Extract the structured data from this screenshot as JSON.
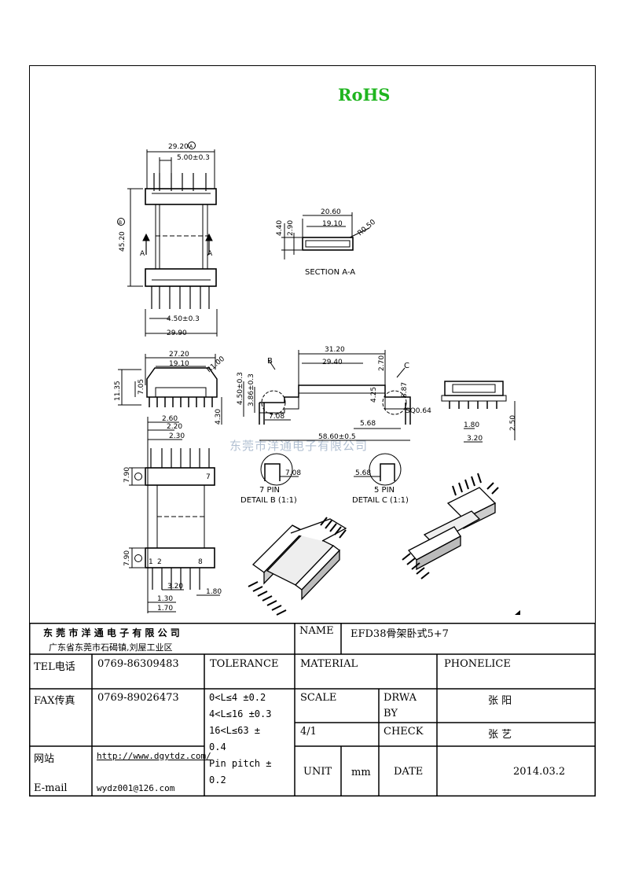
{
  "rohs": "RoHS",
  "watermark": "东莞市洋通电子有限公司",
  "drawing": {
    "top_view": {
      "d_top": "29.20",
      "d_pitch": "5.00±0.3",
      "d_height": "45.20",
      "d_bottom_pitch": "4.50±0.3",
      "d_bottom": "29.90",
      "cut_left": "A",
      "cut_right": "A",
      "tag_a": "A",
      "tag_b": "B"
    },
    "section": {
      "d1": "20.60",
      "d2": "19.10",
      "d3": "4.40",
      "d4": "2.90",
      "d5": "R0.50",
      "title": "SECTION A-A"
    },
    "front": {
      "d1": "27.20",
      "d2": "19.10",
      "d3": "R1.00",
      "d4": "11.35",
      "d5": "7.05",
      "d6": "4.30"
    },
    "side": {
      "d1": "31.20",
      "d2": "29.40",
      "d3": "2.70",
      "d4": "4.50±0.3",
      "d5": "3.86±0.3",
      "d6": "7.08",
      "d7": "4.25",
      "d8": "8.87",
      "d9": "SQ0.64",
      "d10": "5.68",
      "d11": "58.60±0.5",
      "lb": "B",
      "lc": "C"
    },
    "end": {
      "d1": "1.80",
      "d2": "3.20",
      "d3": "2.50"
    },
    "bottom": {
      "d1": "2.60",
      "d2": "2.20",
      "d3": "2.30",
      "d4": "7.90",
      "d5": "7.90",
      "d6": "3.20",
      "d7": "1.80",
      "d8": "1.30",
      "d9": "1.70",
      "p1": "7",
      "p2": "1",
      "p3": "2",
      "p4": "8"
    },
    "detail_b": {
      "dim": "7.08",
      "line1": "7 PIN",
      "line2": "DETAIL B (1:1)"
    },
    "detail_c": {
      "dim": "5.68",
      "line1": "5 PIN",
      "line2": "DETAIL C (1:1)"
    }
  },
  "titleblock": {
    "company": "东 莞 市 洋 通 电 子 有 限 公 司",
    "address": "广东省东莞市石碣镇,刘屋工业区",
    "name_label": "NAME",
    "name_value": "EFD38骨架卧式5+7",
    "tel_label": "TEL电话",
    "tel_value": "0769-86309483",
    "tolerance_label": "TOLERANCE",
    "material_label": "MATERIAL",
    "material_value": "PHONELICE",
    "fax_label": "FAX传真",
    "fax_value": "0769-89026473",
    "tol_lines": [
      "0<L≤4  ±0.2",
      "4<L≤16 ±0.3",
      "16<L≤63 ±",
      "0.4",
      "Pin pitch ±",
      "0.2"
    ],
    "scale_label": "SCALE",
    "drawn_label_1": "DRWA",
    "drawn_label_2": "BY",
    "drawn_value": "张 阳",
    "scale_value": "4/1",
    "check_label": "CHECK",
    "check_value": "张 艺",
    "web_label": "网站",
    "web_value": "http://www.dgytdz.com/",
    "email_label": "E-mail",
    "email_value": "wydz001@126.com",
    "unit_label": "UNIT",
    "unit_value": "mm",
    "date_label": "DATE",
    "date_value": "2014.03.2"
  }
}
